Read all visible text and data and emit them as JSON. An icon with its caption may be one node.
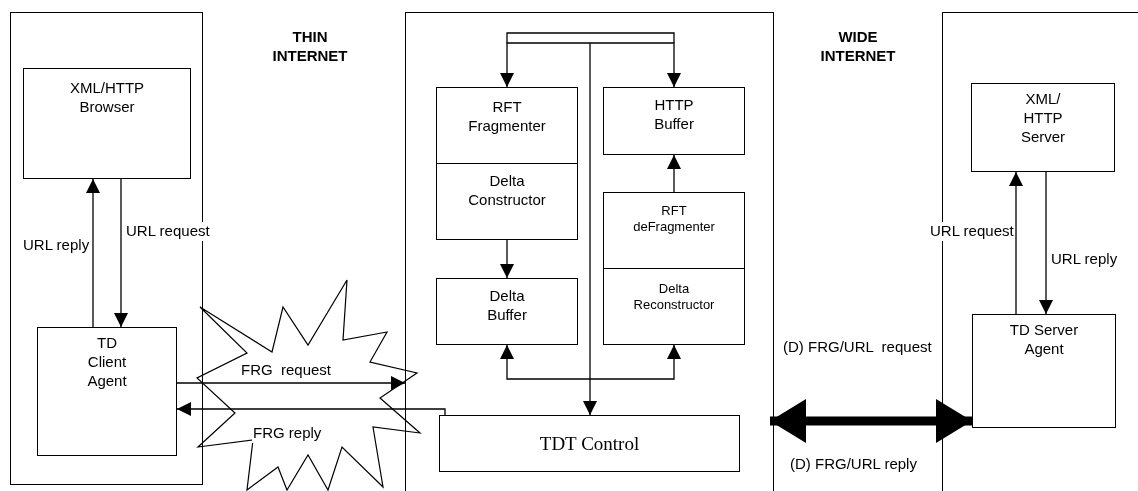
{
  "diagram": {
    "nodes": [
      {
        "text": [],
        "shape": "box"
      },
      {
        "text": [
          "XML/HTTP Browser"
        ],
        "in": 0
      },
      {
        "text": [
          "TD Client Agent"
        ],
        "in": 0
      },
      {
        "text": [],
        "shape": "box"
      },
      {
        "text": [
          "RFT Fragmenter"
        ],
        "in": 3
      },
      {
        "text": [
          "Delta Constructor"
        ],
        "in": 3
      },
      {
        "text": [
          "HTTP Buffer"
        ],
        "in": 3
      },
      {
        "text": [
          "RFT deFragmenter"
        ],
        "in": 3
      },
      {
        "text": [
          "Delta Reconstructor"
        ],
        "in": 3
      },
      {
        "text": [
          "Delta Buffer"
        ],
        "in": 3
      },
      {
        "text": [
          "TDT Control"
        ],
        "in": 3
      },
      {
        "text": [],
        "shape": "box"
      },
      {
        "text": [
          "XML/ HTTP Server"
        ],
        "in": 11
      },
      {
        "text": [
          "TD Server Agent"
        ],
        "in": 11
      }
    ],
    "edges": [
      {
        "from": 2,
        "to": 1,
        "arrow": "to",
        "label": "URL reply"
      },
      {
        "from": 1,
        "to": 2,
        "arrow": "to",
        "label": "URL request"
      },
      {
        "from": 13,
        "to": 12,
        "arrow": "to",
        "label": "URL request"
      },
      {
        "from": 12,
        "to": 13,
        "arrow": "to",
        "label": "URL reply"
      },
      {
        "from": 2,
        "to": 3,
        "arrow": "to",
        "label": "FRG  request"
      },
      {
        "from": 10,
        "to": 2,
        "arrow": "to",
        "label": "FRG reply"
      },
      {
        "from": 3,
        "to": 13,
        "arrow": "both",
        "style": "thick",
        "label": "(D) FRG/URL  request"
      },
      {
        "from": null,
        "to": 4,
        "arrow": "to"
      },
      {
        "from": null,
        "to": 6,
        "arrow": "to"
      },
      {
        "from": null,
        "to": 10,
        "arrow": "to"
      },
      {
        "from": null,
        "to": 9,
        "arrow": "to"
      },
      {
        "from": null,
        "to": 8,
        "arrow": "to"
      },
      {
        "from": 5,
        "to": 9,
        "arrow": "to"
      },
      {
        "from": 7,
        "to": 6,
        "arrow": "to"
      }
    ],
    "labels": [
      "THIN INTERNET",
      "WIDE INTERNET",
      "(D) FRG/URL reply"
    ]
  }
}
